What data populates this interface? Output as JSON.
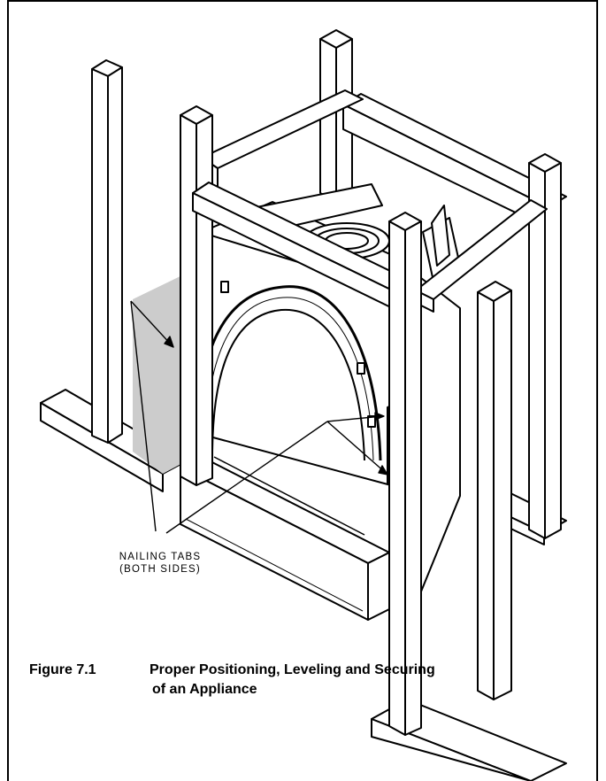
{
  "callout": {
    "line1": "NAILING TABS",
    "line2": "(BOTH SIDES)"
  },
  "caption": {
    "figure_number": "Figure 7.1",
    "title_line1": "Proper Positioning, Leveling and Securing",
    "title_line2": "of  an Appliance"
  },
  "colors": {
    "line": "#000000",
    "background": "#ffffff",
    "shadow": "#cccccc"
  }
}
